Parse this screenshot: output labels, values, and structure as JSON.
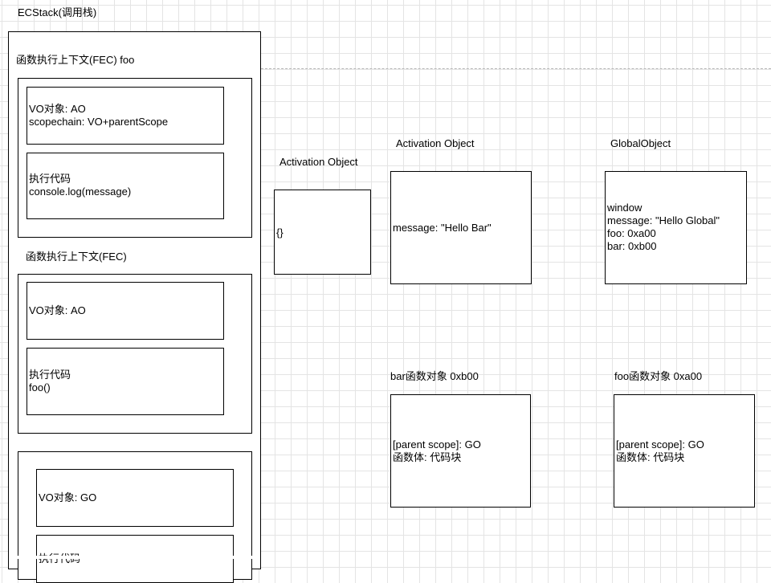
{
  "ecstack": {
    "title": "ECStack(调用栈)",
    "fec_foo": {
      "title": "函数执行上下文(FEC) foo",
      "vo_line1": "VO对象: AO",
      "vo_line2": "scopechain: VO+parentScope",
      "code_line1": "执行代码",
      "code_line2": "console.log(message)"
    },
    "fec": {
      "title": "函数执行上下文(FEC)",
      "vo_line1": "VO对象: AO",
      "code_line1": "执行代码",
      "code_line2": "foo()"
    },
    "gec": {
      "vo_line1": "VO对象: GO",
      "code_line1": "执行代码"
    }
  },
  "ao_empty": {
    "title": "Activation Object",
    "content": "{}"
  },
  "ao_bar": {
    "title": "Activation Object",
    "content": "message: \"Hello Bar\""
  },
  "global_object": {
    "title": "GlobalObject",
    "lines": [
      "window",
      "message: \"Hello Global\"",
      "foo: 0xa00",
      "bar: 0xb00"
    ]
  },
  "bar_func": {
    "title": "bar函数对象 0xb00",
    "line1": "[parent scope]: GO",
    "line2": "函数体: 代码块"
  },
  "foo_func": {
    "title": "foo函数对象 0xa00",
    "line1": "[parent scope]: GO",
    "line2": "函数体: 代码块"
  }
}
